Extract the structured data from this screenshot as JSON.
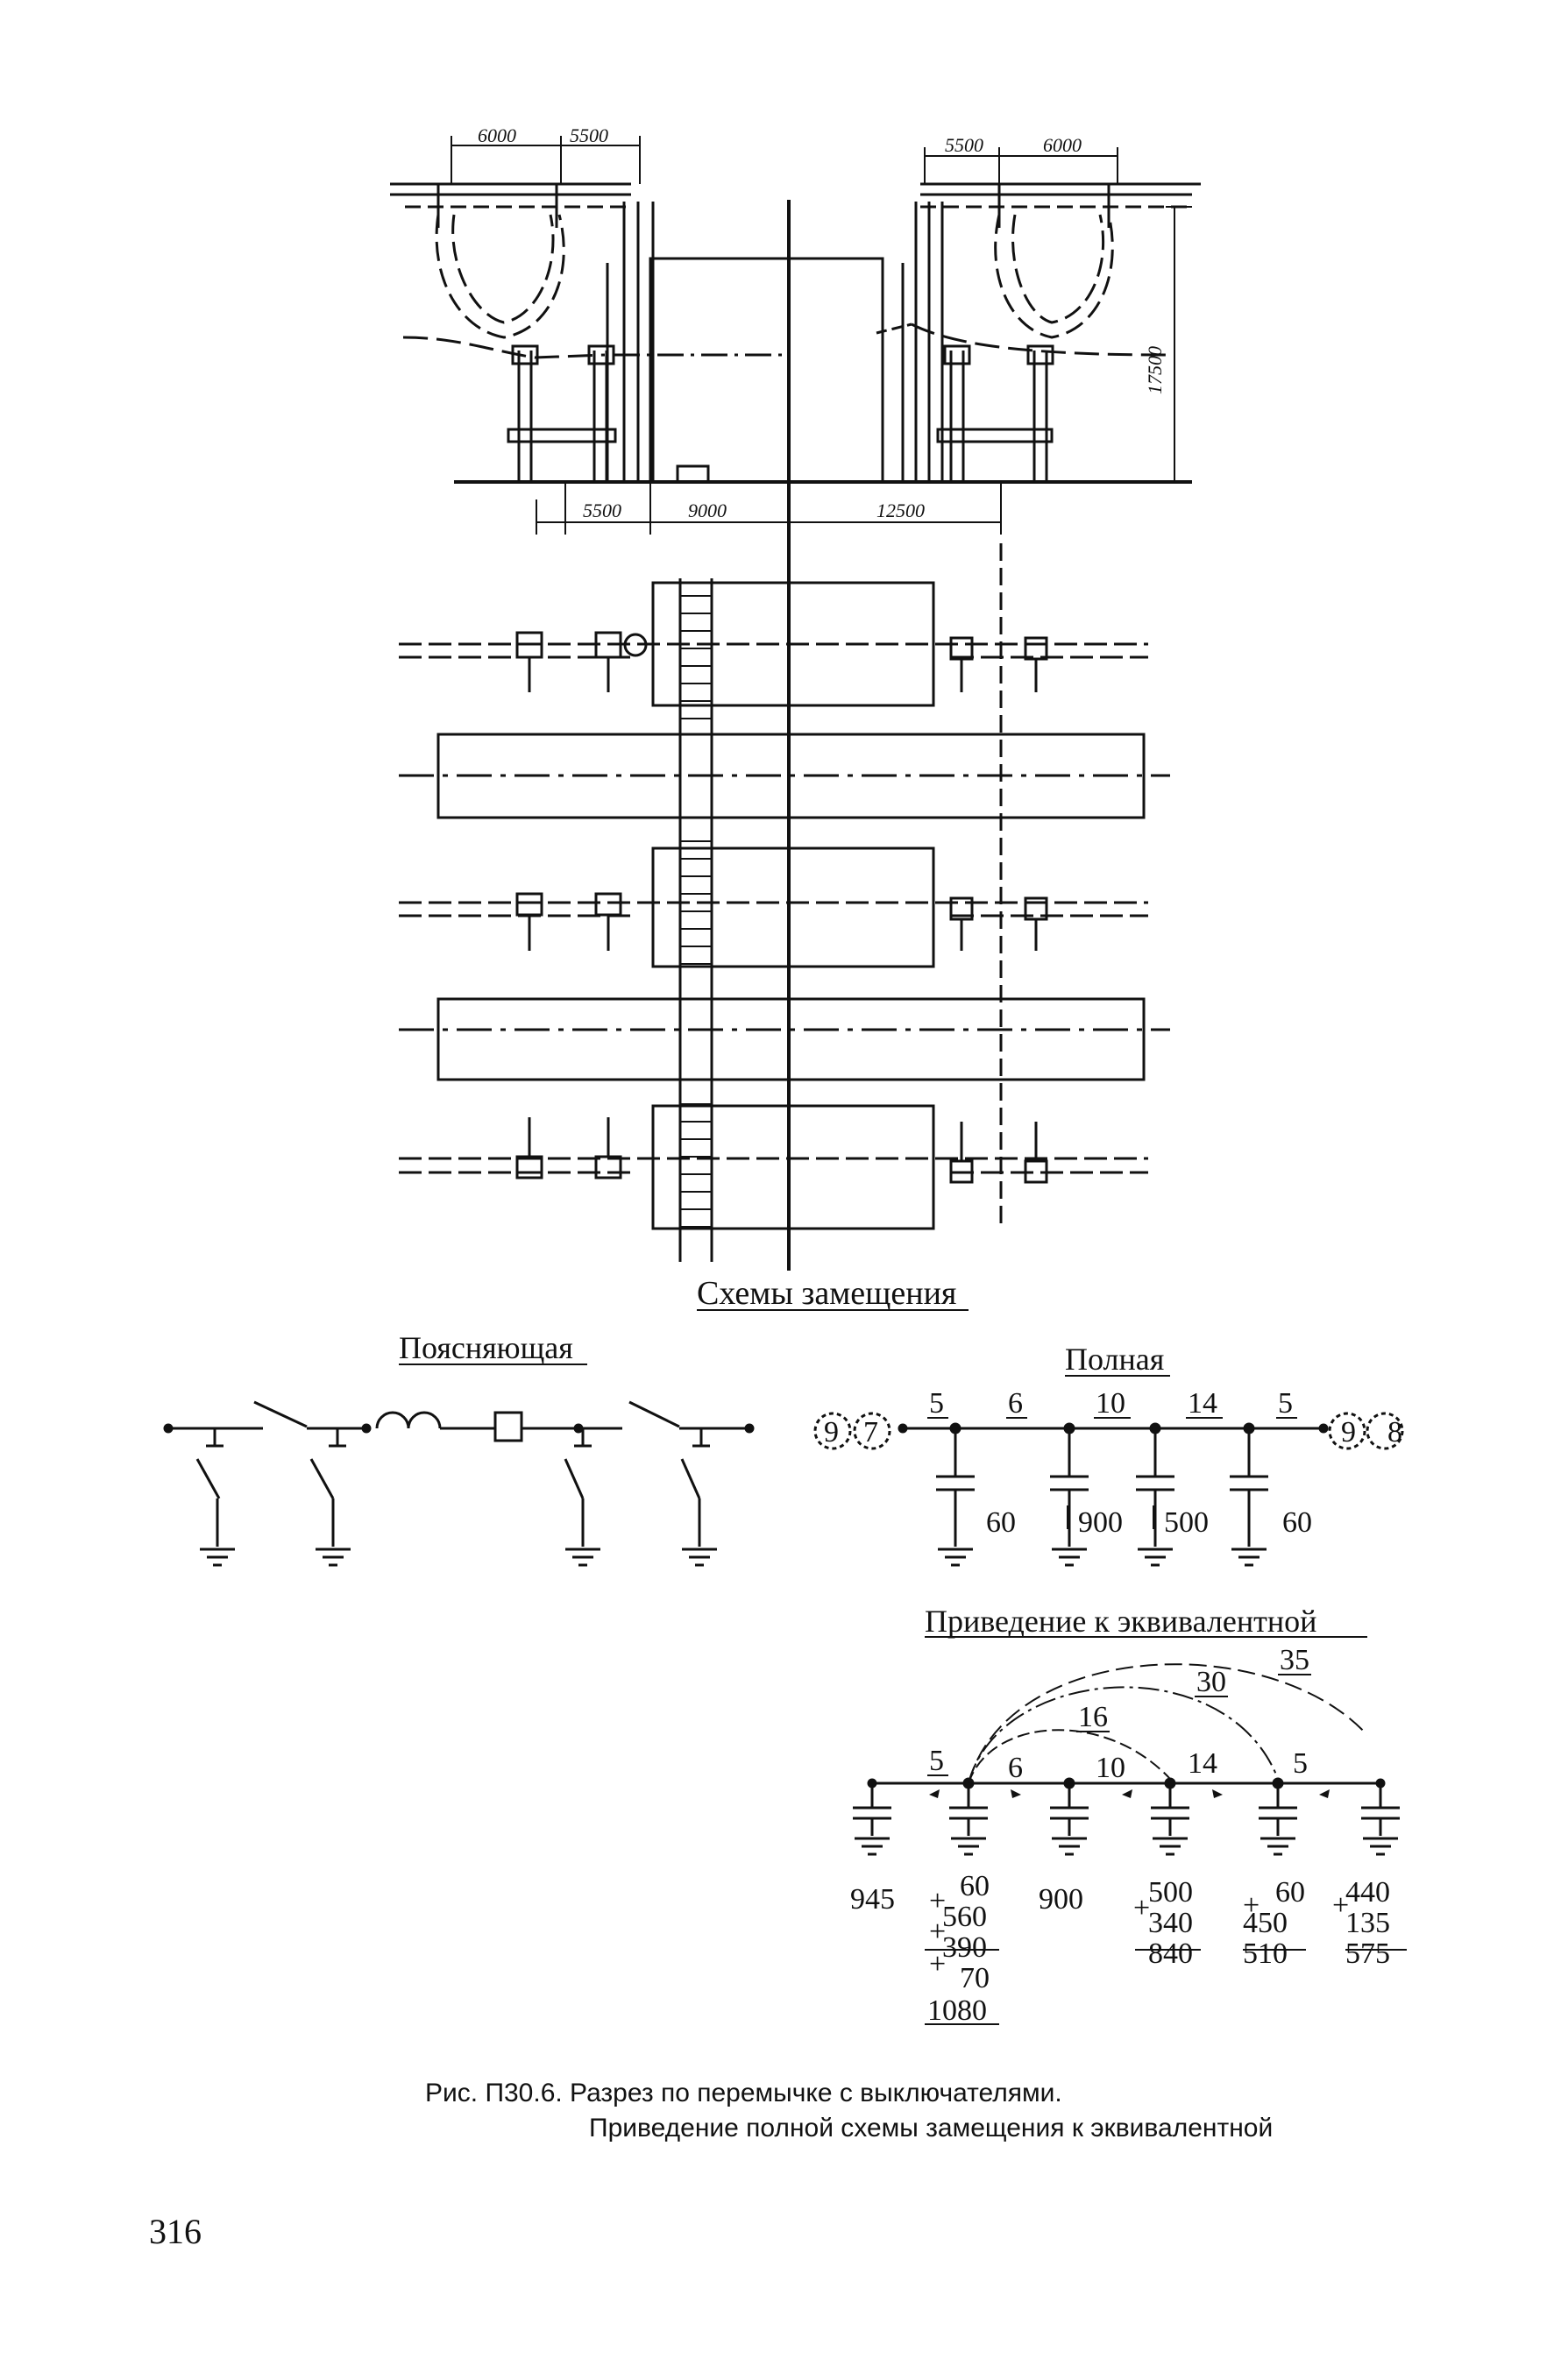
{
  "section_view": {
    "dims_top_left": [
      "6000",
      "5500"
    ],
    "dims_top_right": [
      "5500",
      "6000"
    ],
    "dim_height": "17500",
    "dims_bottom": [
      "5500",
      "9000",
      "12500"
    ]
  },
  "schemes_title": "Схемы замещения",
  "explanatory": {
    "title": "Поясняющая"
  },
  "full": {
    "title": "Полная",
    "end_left": [
      "9",
      "7"
    ],
    "end_right": [
      "9",
      "8"
    ],
    "series": [
      "5",
      "6",
      "10",
      "14",
      "5"
    ],
    "shunt": [
      "60",
      "900",
      "500",
      "60"
    ]
  },
  "equivalent": {
    "title": "Приведение к эквивалентной",
    "series": [
      "5",
      "6",
      "10",
      "14",
      "5"
    ],
    "arcs": [
      "16",
      "30",
      "35"
    ],
    "col1": [
      "945"
    ],
    "col2": [
      "60",
      "560",
      "390",
      "70",
      "1080"
    ],
    "col3": [
      "900"
    ],
    "col4": [
      "500",
      "340",
      "840"
    ],
    "col5": [
      "60",
      "450",
      "510"
    ],
    "col6": [
      "440",
      "135",
      "575"
    ]
  },
  "caption": {
    "line1": "Рис. П30.6. Разрез по перемычке с выключателями.",
    "line2": "Приведение полной схемы замещения к эквивалентной"
  },
  "page_number": "316"
}
